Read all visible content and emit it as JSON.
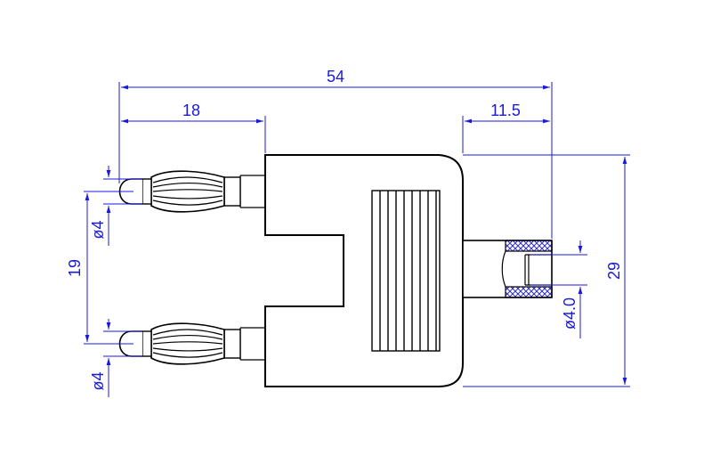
{
  "dimensions": {
    "overall_length": "54",
    "pin_length": "18",
    "socket_depth": "11.5",
    "pin_spacing": "19",
    "height": "29",
    "pin_diameter_upper": "ø4",
    "pin_diameter_lower": "ø4",
    "socket_diameter": "ø4.0"
  },
  "colors": {
    "dimension": "#1a1adc",
    "outline": "#000000",
    "socket_insulation": "#3030c0"
  }
}
